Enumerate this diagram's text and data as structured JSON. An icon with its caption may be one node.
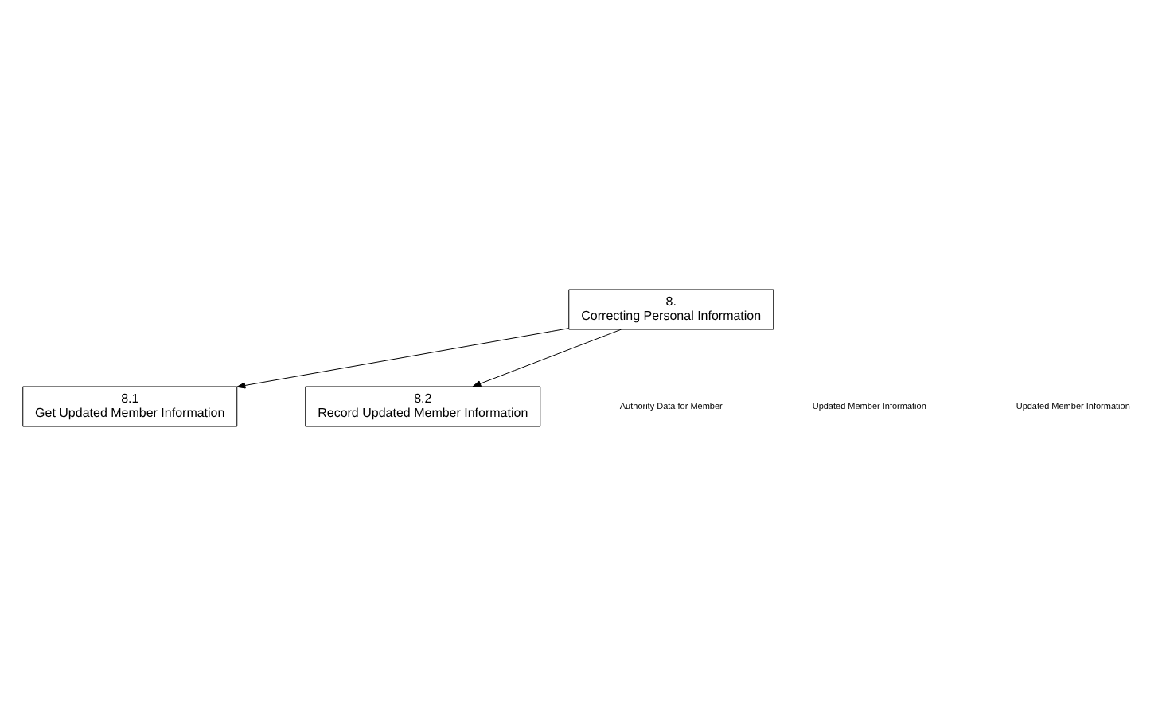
{
  "diagram": {
    "nodes": [
      {
        "text": [
          "8.",
          "Correcting Personal Information"
        ]
      },
      {
        "text": [
          "8.1",
          "Get Updated Member Information"
        ]
      },
      {
        "text": [
          "8.2",
          "Record Updated Member Information"
        ]
      }
    ],
    "edges": [
      {
        "from": 0,
        "to": 1,
        "arrow": "to"
      },
      {
        "from": 0,
        "to": 2,
        "arrow": "to"
      }
    ],
    "labels": [
      "Authority Data for Member",
      "Updated Member Information",
      "Updated Member Information"
    ]
  }
}
